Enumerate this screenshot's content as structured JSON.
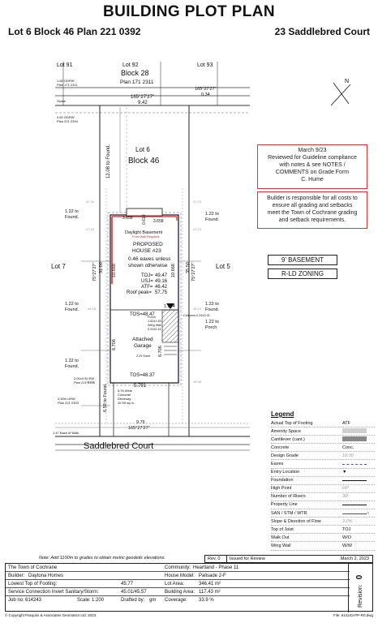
{
  "title": "BUILDING PLOT PLAN",
  "lot_desc": "Lot 6 Block 46 Plan 221 0392",
  "address": "23 Saddlebred Court",
  "plan": {
    "lot91": "Lot 91",
    "lot92": "Lot 92",
    "lot93": "Lot 93",
    "block28": "Block 28",
    "plan171": "Plan 171 2311",
    "odrw1": "1.60 ODRW",
    "odrw1b": "Plan 171 2311",
    "odrw2": "0.60 ODRW",
    "odrw2b": "Plan 221 0394",
    "swale": "Swale",
    "top_bearing1": "165°27'27\"",
    "top_dist1": "9.42",
    "top_bearing2": "165°27'27\"",
    "top_dist2": "0.34",
    "lot6": "Lot 6",
    "block46": "Block 46",
    "lot7": "Lot 7",
    "lot5": "Lot 5",
    "found_top": "12.08 to Found.",
    "left_found1": "1.22 to",
    "left_found1b": "Found.",
    "left_found2": "1.22 to",
    "left_found2b": "Found.",
    "left_found3": "1.22 to",
    "left_found3b": "Found.",
    "right_found1": "1.22 to",
    "right_found1b": "Found.",
    "right_found2": "1.22 to",
    "right_found2b": "Found.",
    "right_porch": "1.22 to",
    "right_porchb": "Porch",
    "left_side": "75°27'27\"",
    "left_side_d": "31.00",
    "right_side": "75°27'27\"",
    "right_side_d": "35.50",
    "dim_3658a": "3.658",
    "dim_3658b": "3.658",
    "dim_0610": "0.610",
    "daylight": "Daylight Basement",
    "frost": "Frost Wall Required",
    "proposed": "PROPOSED",
    "house": "HOUSE #23",
    "eaves": "0.46 eaves unless",
    "eaves2": "shown otherwise",
    "toj_l": "TOJ=",
    "toj_v": "49.47",
    "usj_l": "USJ=",
    "usj_v": "49.16",
    "atf_l": "ATF=",
    "atf_v": "46.42",
    "roof_l": "Roof peak=",
    "roof_v": "57.75",
    "dim_10668a": "10.668",
    "dim_10668b": "10.668",
    "tos1": "TOS=48.47",
    "dim_1524": "1.524",
    "porch": "Porch",
    "porch2": "1.52x1.83",
    "wing": "Wing Wall",
    "wing2": "0.20x2.41",
    "columns": "Columns 0.31x0.31",
    "garage": "Attached",
    "garage2": "Garage",
    "dim_6706a": "6.706",
    "dim_6706b": "6.706",
    "eave229": "2.29 Eave",
    "tos2": "TOS=48.37",
    "dim_5791": "5.791",
    "rw": "2.00x3.50 RW",
    "rw2": "Plan 221 0395",
    "urw": "3.50m URW",
    "urw2": "Plan 221 0393",
    "driveway": "5.76 Wide",
    "driveway2": "Concrete",
    "driveway3": "Driveway",
    "driveway4": "42.55 sq.m.",
    "found_bottom": "6.59 to Found.",
    "bottom_dist": "9.76",
    "bottom_bearing": "165°27'27\"",
    "back_walk": "1.47 Back of Walk",
    "street": "Saddlebred Court",
    "red_note": [
      "March 9/23",
      "Reviewed for Guideline compliance",
      "with notes & see NOTES /",
      "COMMENTS on Grade Form",
      "C. Hume"
    ],
    "builder_note": [
      "Builder is responsible for all costs to",
      "ensure all grading and setbacks",
      "meet the Town of Cochrane grading",
      "and setback requirements."
    ],
    "basement_tag": "9' BASEMENT",
    "zoning_tag": "R-LD ZONING"
  },
  "legend": {
    "title": "Legend",
    "items": [
      {
        "label": "Actual Top of Footing",
        "value": "ATF"
      },
      {
        "label": "Amenity Space",
        "value": ""
      },
      {
        "label": "Cantilever (cant.)",
        "value": ""
      },
      {
        "label": "Concrete",
        "value": "Conc."
      },
      {
        "label": "Design Grade",
        "value": "10.00"
      },
      {
        "label": "Eaves",
        "value": ""
      },
      {
        "label": "Entry Location",
        "value": ""
      },
      {
        "label": "Foundation",
        "value": ""
      },
      {
        "label": "High Point",
        "value": "HP"
      },
      {
        "label": "Number of Risers",
        "value": "3R"
      },
      {
        "label": "Property Line",
        "value": ""
      },
      {
        "label": "SAN / STM / WTR",
        "value": ""
      },
      {
        "label": "Slope & Direction of Flow",
        "value": "2.0%"
      },
      {
        "label": "Top of Joist",
        "value": "TOJ"
      },
      {
        "label": "Walk Out",
        "value": "W/O"
      },
      {
        "label": "Wing Wall",
        "value": "W/W"
      }
    ]
  },
  "note": "Note:  Add 1100m to grades to obtain metric geodetic elevations.",
  "revision": {
    "rev": "Rev. 0",
    "issued": "Issued for Review",
    "date": "March 2, 2023"
  },
  "titleblock": {
    "town": "The Town of Cochrane",
    "community_l": "Community:",
    "community": "Heartland - Phase 11",
    "builder_l": "Builder:",
    "builder": "Daytona Homes",
    "model_l": "House Model:",
    "model": "Palisade 2-F",
    "ltf_l": "Lowest Top of Footing:",
    "ltf": "45.77",
    "lot_area_l": "Lot Area:",
    "lot_area": "346.41 m²",
    "svc_l": "Service Connection Invert Sanitary/Storm:",
    "svc": "45.01/45.57",
    "bld_area_l": "Building Area:",
    "bld_area": "117.43 m²",
    "job_l": "Job no:",
    "job": "614243",
    "scale_l": "Scale:",
    "scale": "1:200",
    "drafted_l": "Drafted by:",
    "drafted": "gm",
    "coverage_l": "Coverage:",
    "coverage": "33.9 %",
    "revision_l": "Revision:",
    "revision": "0"
  },
  "copyright": "© Copyright Pasquini & Associates Geomatics Ltd. 2023.",
  "file": "File: 614243-PP-R0.dwg"
}
